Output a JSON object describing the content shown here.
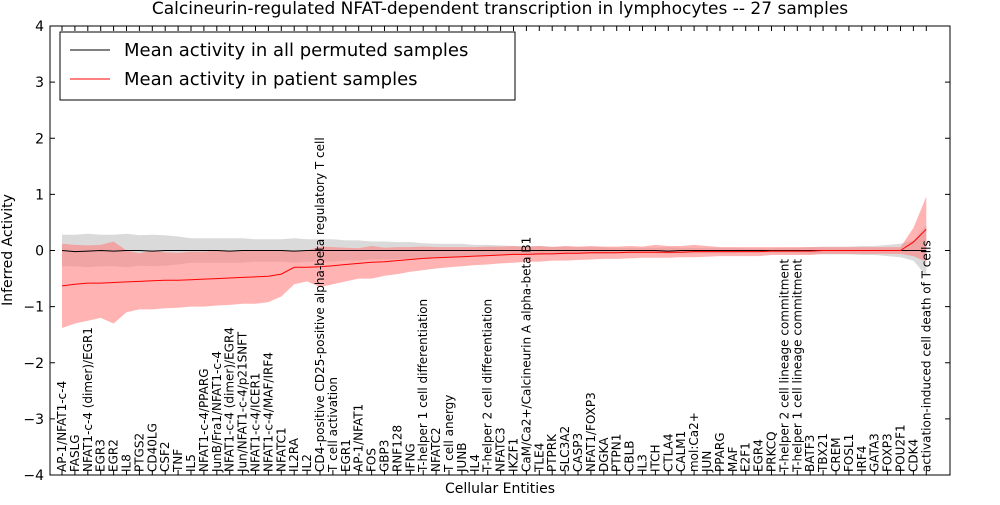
{
  "chart_data": {
    "type": "line",
    "title": "Calcineurin-regulated NFAT-dependent transcription in lymphocytes -- 27 samples",
    "xlabel": "Cellular Entities",
    "ylabel": "Inferred Activity",
    "ylim": [
      -4,
      4
    ],
    "yticks": [
      -4,
      -3,
      -2,
      -1,
      0,
      1,
      2,
      3,
      4
    ],
    "ytick_labels": [
      "−4",
      "−3",
      "−2",
      "−1",
      "0",
      "1",
      "2",
      "3",
      "4"
    ],
    "grid": false,
    "legend_position": "top-left",
    "categories": [
      "AP-1/NFAT1-c-4",
      "FASLG",
      "NFAT1-c-4 (dimer)/EGR1",
      "EGR3",
      "EGR2",
      "IL8",
      "PTGS2",
      "CD40LG",
      "CSF2",
      "TNF",
      "IL5",
      "NFAT1-c-4/PPARG",
      "JunB/Fra1/NFAT1-c-4",
      "NFAT1-c-4 (dimer)/EGR4",
      "Jun/NFAT1-c-4/p21SNFT",
      "NFAT1-c-4/ICER1",
      "NFAT1-c-4/MAF/IRF4",
      "NFATC1",
      "IL2RA",
      "IL2",
      "CD4-positive CD25-positive alpha-beta regulatory T cell",
      "T cell activation",
      "EGR1",
      "AP-1/NFAT1",
      "FOS",
      "GBP3",
      "RNF128",
      "IFNG",
      "T-helper 1 cell differentiation",
      "NFATC2",
      "T cell anergy",
      "JUNB",
      "IL4",
      "T-helper 2 cell differentiation",
      "NFATC3",
      "IKZF1",
      "CaM/Ca2+/Calcineurin A alpha-beta B1",
      "TLE4",
      "PTPRK",
      "SLC3A2",
      "CASP3",
      "NFAT1/FOXP3",
      "DGKA",
      "PTPN1",
      "CBLB",
      "IL3",
      "ITCH",
      "CTLA4",
      "CALM1",
      "mol:Ca2+",
      "JUN",
      "PPARG",
      "MAF",
      "E2F1",
      "EGR4",
      "PRKCQ",
      "T-helper 2 cell lineage commitment",
      "T-helper 1 cell lineage commitment",
      "BATF3",
      "TBX21",
      "CREM",
      "FOSL1",
      "IRF4",
      "GATA3",
      "FOXP3",
      "POU2F1",
      "CDK4",
      "activation-induced cell death of T cells"
    ],
    "series": [
      {
        "name": "Mean activity in all permuted samples",
        "color": "#000000",
        "band_color": "#bbbbbb",
        "values": [
          0.0,
          -0.02,
          -0.01,
          0.0,
          -0.01,
          0.0,
          0.0,
          -0.01,
          0.0,
          0.0,
          0.0,
          0.0,
          0.0,
          -0.01,
          0.0,
          0.0,
          0.0,
          0.0,
          -0.01,
          0.0,
          0.0,
          0.0,
          0.0,
          0.0,
          0.0,
          0.0,
          0.0,
          0.0,
          0.0,
          0.0,
          0.0,
          0.0,
          0.0,
          0.0,
          0.0,
          0.0,
          0.0,
          0.0,
          0.0,
          0.0,
          0.0,
          0.0,
          0.0,
          0.0,
          0.0,
          0.0,
          0.0,
          -0.01,
          0.0,
          0.0,
          0.0,
          0.0,
          0.0,
          0.0,
          0.0,
          0.0,
          0.0,
          0.0,
          0.0,
          0.0,
          0.0,
          0.0,
          0.0,
          0.0,
          0.0,
          0.0,
          0.0,
          0.0
        ],
        "lower": [
          -0.28,
          -0.28,
          -0.3,
          -0.28,
          -0.28,
          -0.3,
          -0.27,
          -0.28,
          -0.27,
          -0.25,
          -0.22,
          -0.22,
          -0.22,
          -0.22,
          -0.22,
          -0.2,
          -0.2,
          -0.2,
          -0.22,
          -0.2,
          -0.2,
          -0.2,
          -0.18,
          -0.18,
          -0.16,
          -0.16,
          -0.15,
          -0.15,
          -0.13,
          -0.12,
          -0.12,
          -0.12,
          -0.1,
          -0.1,
          -0.09,
          -0.08,
          -0.08,
          -0.08,
          -0.07,
          -0.07,
          -0.06,
          -0.06,
          -0.06,
          -0.05,
          -0.05,
          -0.05,
          -0.05,
          -0.06,
          -0.05,
          -0.05,
          -0.05,
          -0.05,
          -0.05,
          -0.04,
          -0.04,
          -0.04,
          -0.05,
          -0.05,
          -0.06,
          -0.07,
          -0.07,
          -0.07,
          -0.08,
          -0.08,
          -0.1,
          -0.12,
          -0.18,
          -0.45
        ],
        "upper": [
          0.28,
          0.28,
          0.3,
          0.28,
          0.28,
          0.3,
          0.27,
          0.28,
          0.27,
          0.25,
          0.22,
          0.22,
          0.22,
          0.22,
          0.22,
          0.2,
          0.2,
          0.2,
          0.22,
          0.2,
          0.2,
          0.2,
          0.18,
          0.18,
          0.16,
          0.16,
          0.15,
          0.15,
          0.13,
          0.12,
          0.12,
          0.12,
          0.1,
          0.1,
          0.09,
          0.08,
          0.08,
          0.08,
          0.07,
          0.07,
          0.06,
          0.06,
          0.06,
          0.05,
          0.05,
          0.05,
          0.05,
          0.06,
          0.05,
          0.05,
          0.05,
          0.05,
          0.05,
          0.04,
          0.04,
          0.04,
          0.05,
          0.05,
          0.06,
          0.07,
          0.07,
          0.07,
          0.08,
          0.08,
          0.1,
          0.12,
          0.18,
          0.45
        ]
      },
      {
        "name": "Mean activity in patient samples",
        "color": "#ff0000",
        "band_color": "#ff8080",
        "values": [
          -0.63,
          -0.6,
          -0.58,
          -0.58,
          -0.57,
          -0.56,
          -0.55,
          -0.54,
          -0.53,
          -0.53,
          -0.52,
          -0.51,
          -0.5,
          -0.49,
          -0.48,
          -0.47,
          -0.46,
          -0.42,
          -0.3,
          -0.3,
          -0.29,
          -0.27,
          -0.25,
          -0.23,
          -0.21,
          -0.2,
          -0.18,
          -0.16,
          -0.14,
          -0.13,
          -0.12,
          -0.11,
          -0.1,
          -0.09,
          -0.08,
          -0.07,
          -0.07,
          -0.06,
          -0.06,
          -0.05,
          -0.05,
          -0.04,
          -0.04,
          -0.04,
          -0.03,
          -0.03,
          -0.03,
          -0.03,
          -0.03,
          -0.02,
          -0.02,
          -0.02,
          -0.02,
          -0.02,
          -0.02,
          -0.01,
          -0.01,
          -0.01,
          -0.01,
          0.0,
          0.0,
          0.0,
          0.0,
          0.0,
          0.0,
          0.0,
          0.15,
          0.38
        ],
        "lower": [
          -1.38,
          -1.3,
          -1.25,
          -1.2,
          -1.3,
          -1.1,
          -1.05,
          -1.05,
          -1.03,
          -1.02,
          -1.0,
          -1.0,
          -0.98,
          -0.97,
          -0.95,
          -0.95,
          -0.92,
          -0.82,
          -0.6,
          -0.55,
          -0.65,
          -0.6,
          -0.55,
          -0.5,
          -0.5,
          -0.45,
          -0.42,
          -0.38,
          -0.35,
          -0.32,
          -0.3,
          -0.28,
          -0.26,
          -0.25,
          -0.23,
          -0.22,
          -0.2,
          -0.2,
          -0.18,
          -0.18,
          -0.17,
          -0.16,
          -0.15,
          -0.15,
          -0.14,
          -0.13,
          -0.13,
          -0.13,
          -0.12,
          -0.12,
          -0.11,
          -0.1,
          -0.1,
          -0.1,
          -0.1,
          -0.08,
          -0.08,
          -0.08,
          -0.08,
          -0.06,
          -0.06,
          -0.06,
          -0.06,
          -0.06,
          -0.06,
          -0.06,
          -0.1,
          -0.2
        ],
        "upper": [
          0.12,
          0.1,
          0.09,
          0.1,
          0.16,
          0.0,
          -0.05,
          0.0,
          -0.03,
          -0.04,
          -0.02,
          -0.02,
          0.0,
          -0.01,
          0.0,
          0.01,
          0.0,
          0.0,
          0.0,
          0.0,
          0.07,
          0.06,
          0.05,
          0.04,
          0.08,
          0.05,
          0.06,
          0.06,
          0.07,
          0.06,
          0.06,
          0.06,
          0.06,
          0.07,
          0.07,
          0.08,
          0.06,
          0.08,
          0.06,
          0.08,
          0.07,
          0.08,
          0.07,
          0.07,
          0.08,
          0.07,
          0.1,
          0.08,
          0.08,
          0.1,
          0.08,
          0.06,
          0.06,
          0.06,
          0.06,
          0.06,
          0.06,
          0.06,
          0.06,
          0.06,
          0.06,
          0.06,
          0.06,
          0.06,
          0.06,
          0.06,
          0.4,
          0.96
        ]
      }
    ]
  }
}
